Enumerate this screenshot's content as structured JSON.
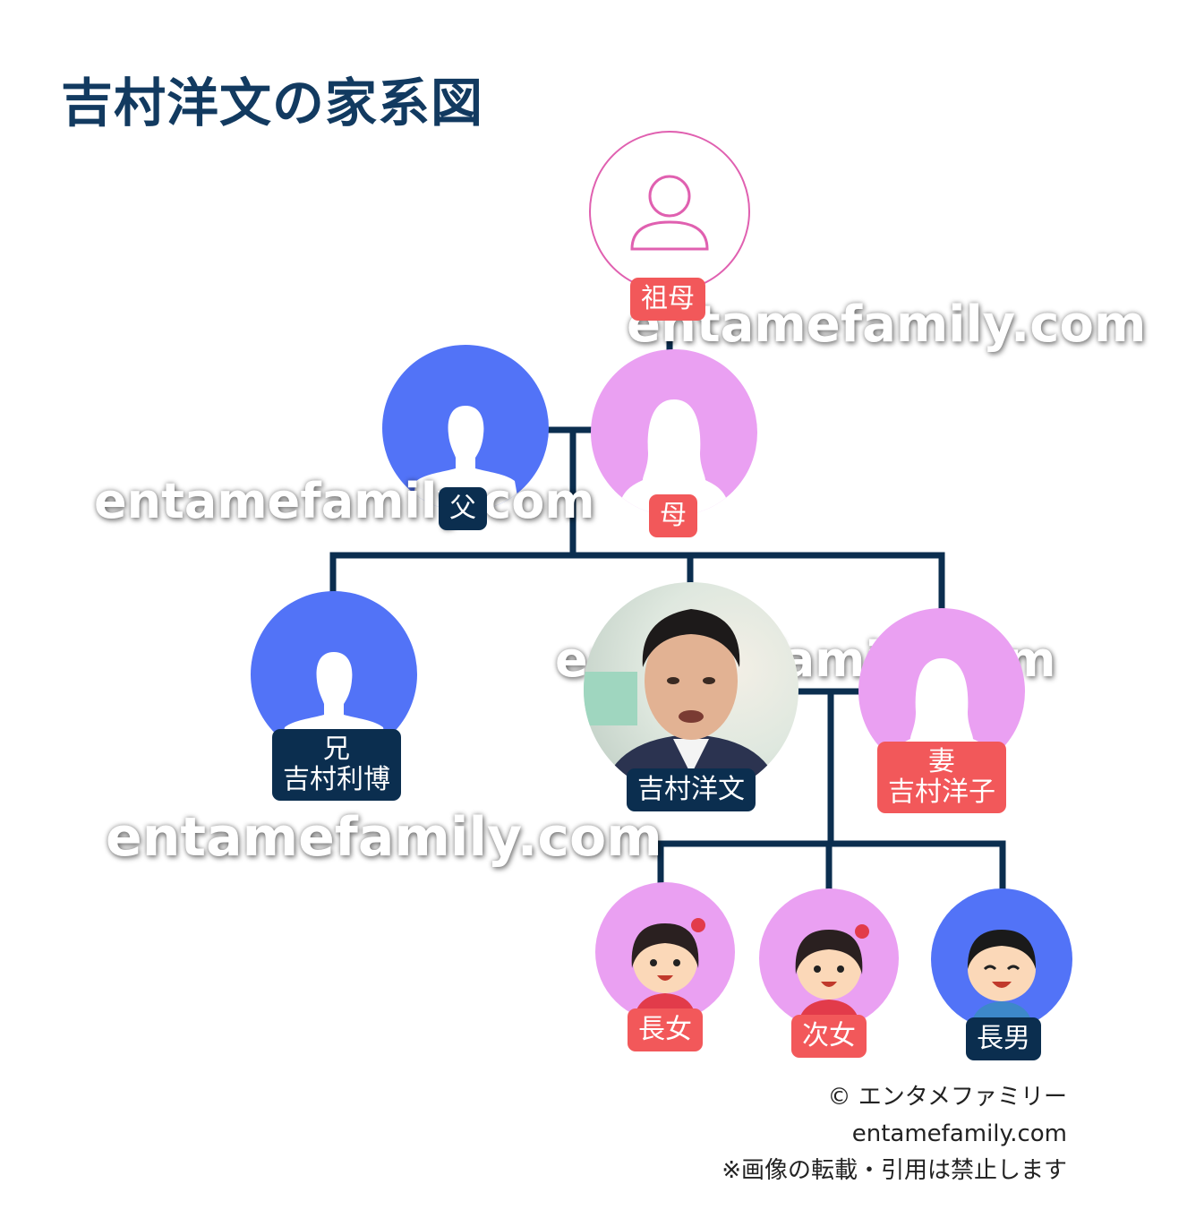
{
  "title": "吉村洋文の家系図",
  "watermark": "entamefamily.com",
  "colors": {
    "male": "#5273f7",
    "female": "#eaa0f2",
    "label_female": "#f2585a",
    "label_male": "#0b2e4f",
    "line": "#0b2e4f",
    "grandmother_outline": "#e060b0"
  },
  "members": {
    "grandmother": {
      "label": "祖母"
    },
    "father": {
      "label": "父"
    },
    "mother": {
      "label": "母"
    },
    "brother": {
      "relation": "兄",
      "name": "吉村利博"
    },
    "self": {
      "name": "吉村洋文"
    },
    "wife": {
      "relation": "妻",
      "name": "吉村洋子"
    },
    "daughter1": {
      "label": "長女"
    },
    "daughter2": {
      "label": "次女"
    },
    "son": {
      "label": "長男"
    }
  },
  "credit": {
    "line1": "© エンタメファミリー",
    "line2": "entamefamily.com",
    "line3": "※画像の転載・引用は禁止します"
  }
}
